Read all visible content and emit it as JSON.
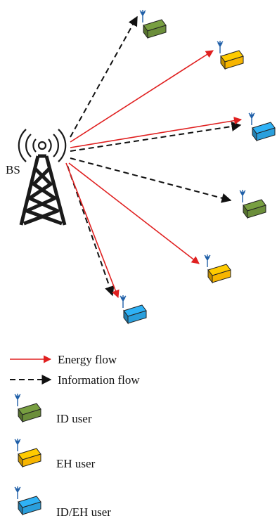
{
  "base_station": {
    "label": "BS"
  },
  "legend": {
    "energy_flow": "Energy flow",
    "information_flow": "Information flow",
    "id_user": "ID user",
    "eh_user": "EH user",
    "id_eh_user": "ID/EH user"
  },
  "colors": {
    "energy_arrow": "#e02020",
    "information_arrow": "#111111",
    "id_user": "#6b8e3a",
    "eh_user": "#f7b500",
    "id_eh_user": "#2a9fdc",
    "antenna": "#1f5fa8",
    "tower": "#1a1a1a"
  },
  "icons": {
    "base_station": "radio-tower-icon",
    "user_device": "device-with-antenna-icon"
  }
}
